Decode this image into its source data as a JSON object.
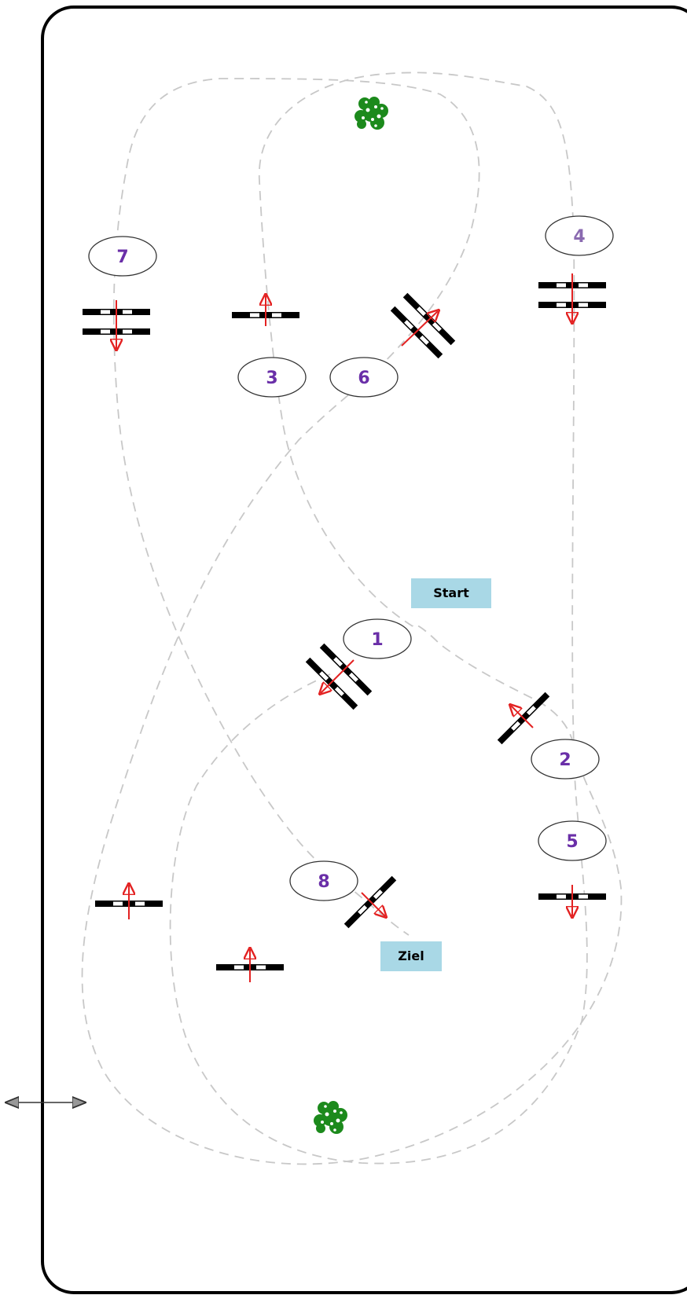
{
  "course": {
    "start_label": "Start",
    "finish_label": "Ziel",
    "markers": [
      "1",
      "2",
      "3",
      "4",
      "5",
      "6",
      "7",
      "8"
    ]
  },
  "colors": {
    "border": "#000000",
    "path": "#c8c8c8",
    "arrow": "#e32222",
    "marker_text": "#6a2fa8",
    "marker_text_4": "#8a6ab0",
    "label_bg": "#a9d8e6",
    "bush": "#1c8a1c"
  },
  "icons": [
    "double-arrow-icon",
    "bush-icon"
  ]
}
